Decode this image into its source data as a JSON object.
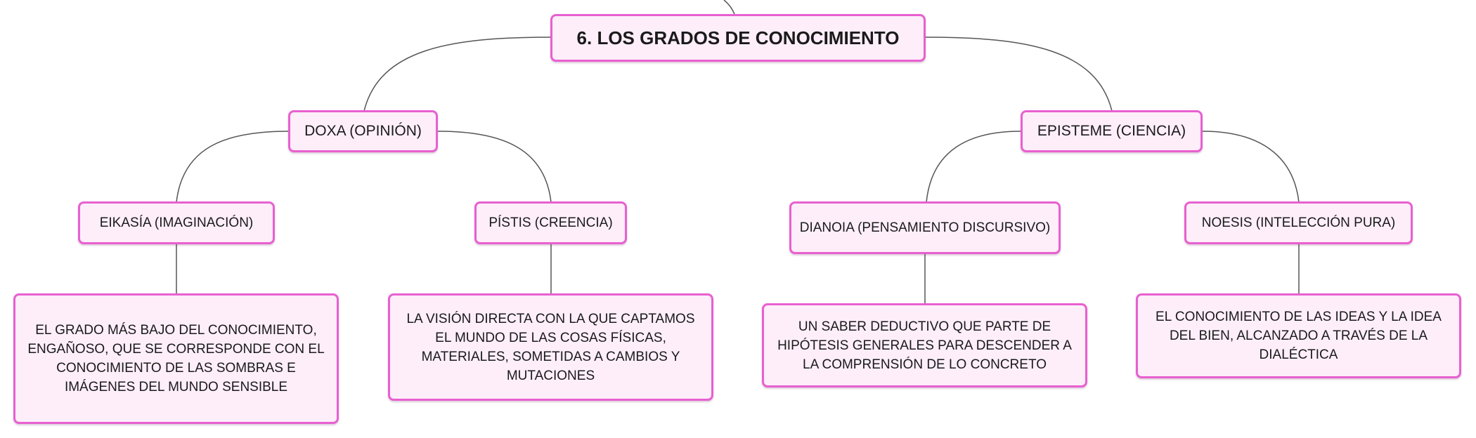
{
  "colors": {
    "node_fill": "#fdeefa",
    "node_border": "#e860d0",
    "connector": "#555555"
  },
  "root": {
    "title": "6. LOS GRADOS DE CONOCIMIENTO"
  },
  "branches": [
    {
      "label": "DOXA (OPINIÓN)",
      "children": [
        {
          "label": "EIKASÍA (IMAGINACIÓN)",
          "description": "EL GRADO MÁS BAJO DEL CONOCIMIENTO, ENGAÑOSO, QUE SE CORRESPONDE CON EL CONOCIMIENTO DE LAS SOMBRAS E IMÁGENES DEL MUNDO SENSIBLE"
        },
        {
          "label": "PÍSTIS (CREENCIA)",
          "description": "LA VISIÓN DIRECTA CON LA QUE CAPTAMOS EL MUNDO DE LAS COSAS FÍSICAS, MATERIALES, SOMETIDAS A CAMBIOS Y MUTACIONES"
        }
      ]
    },
    {
      "label": "EPISTEME (CIENCIA)",
      "children": [
        {
          "label": "DIANOIA (PENSAMIENTO DISCURSIVO)",
          "description": "UN SABER DEDUCTIVO QUE PARTE DE HIPÓTESIS GENERALES PARA DESCENDER A LA COMPRENSIÓN DE LO CONCRETO"
        },
        {
          "label": "NOESIS (INTELECCIÓN PURA)",
          "description": "EL CONOCIMIENTO DE LAS IDEAS Y LA IDEA DEL BIEN, ALCANZADO A TRAVÉS DE LA DIALÉCTICA"
        }
      ]
    }
  ]
}
